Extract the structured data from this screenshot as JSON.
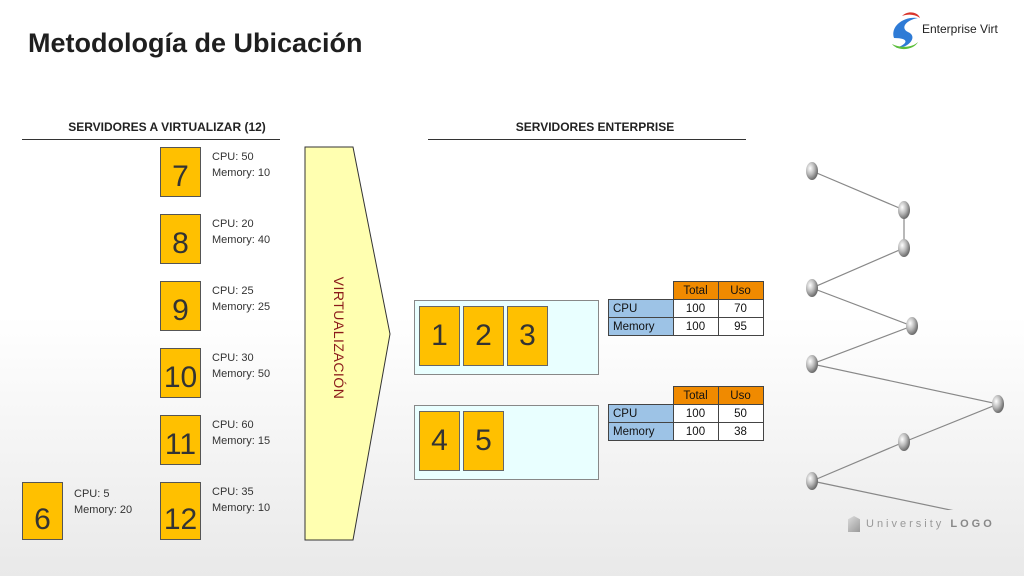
{
  "title": "Metodología de Ubicación",
  "logo": {
    "text": "Enterprise Virt"
  },
  "left_section": {
    "heading": "SERVIDORES A VIRTUALIZAR (12)"
  },
  "right_section": {
    "heading": "SERVIDORES ENTERPRISE"
  },
  "servers": [
    {
      "id": "7",
      "cpu": "CPU: 50",
      "memory": "Memory: 10"
    },
    {
      "id": "8",
      "cpu": "CPU: 20",
      "memory": "Memory: 40"
    },
    {
      "id": "9",
      "cpu": "CPU: 25",
      "memory": "Memory: 25"
    },
    {
      "id": "10",
      "cpu": "CPU: 30",
      "memory": "Memory: 50"
    },
    {
      "id": "11",
      "cpu": "CPU: 60",
      "memory": "Memory: 15"
    },
    {
      "id": "12",
      "cpu": "CPU: 35",
      "memory": "Memory: 10"
    },
    {
      "id": "6",
      "cpu": "CPU: 5",
      "memory": "Memory: 20"
    }
  ],
  "virtualization_label": "VIRTUALIZACIÓN",
  "enterprise_hosts": [
    {
      "servers": [
        "1",
        "2",
        "3"
      ],
      "table": {
        "headers": [
          "Total",
          "Uso"
        ],
        "rows": [
          {
            "label": "CPU",
            "total": "100",
            "uso": "70"
          },
          {
            "label": "Memory",
            "total": "100",
            "uso": "95"
          }
        ]
      }
    },
    {
      "servers": [
        "4",
        "5"
      ],
      "table": {
        "headers": [
          "Total",
          "Uso"
        ],
        "rows": [
          {
            "label": "CPU",
            "total": "100",
            "uso": "50"
          },
          {
            "label": "Memory",
            "total": "100",
            "uso": "38"
          }
        ]
      }
    }
  ],
  "footer": {
    "university_text": "University",
    "logo_text": "LOGO"
  },
  "colors": {
    "server_fill": "#ffc000",
    "header_fill": "#f08a00",
    "row_label_fill": "#9dc3e6",
    "host_fill": "#e9ffff",
    "arrow_fill": "#ffffb0"
  }
}
